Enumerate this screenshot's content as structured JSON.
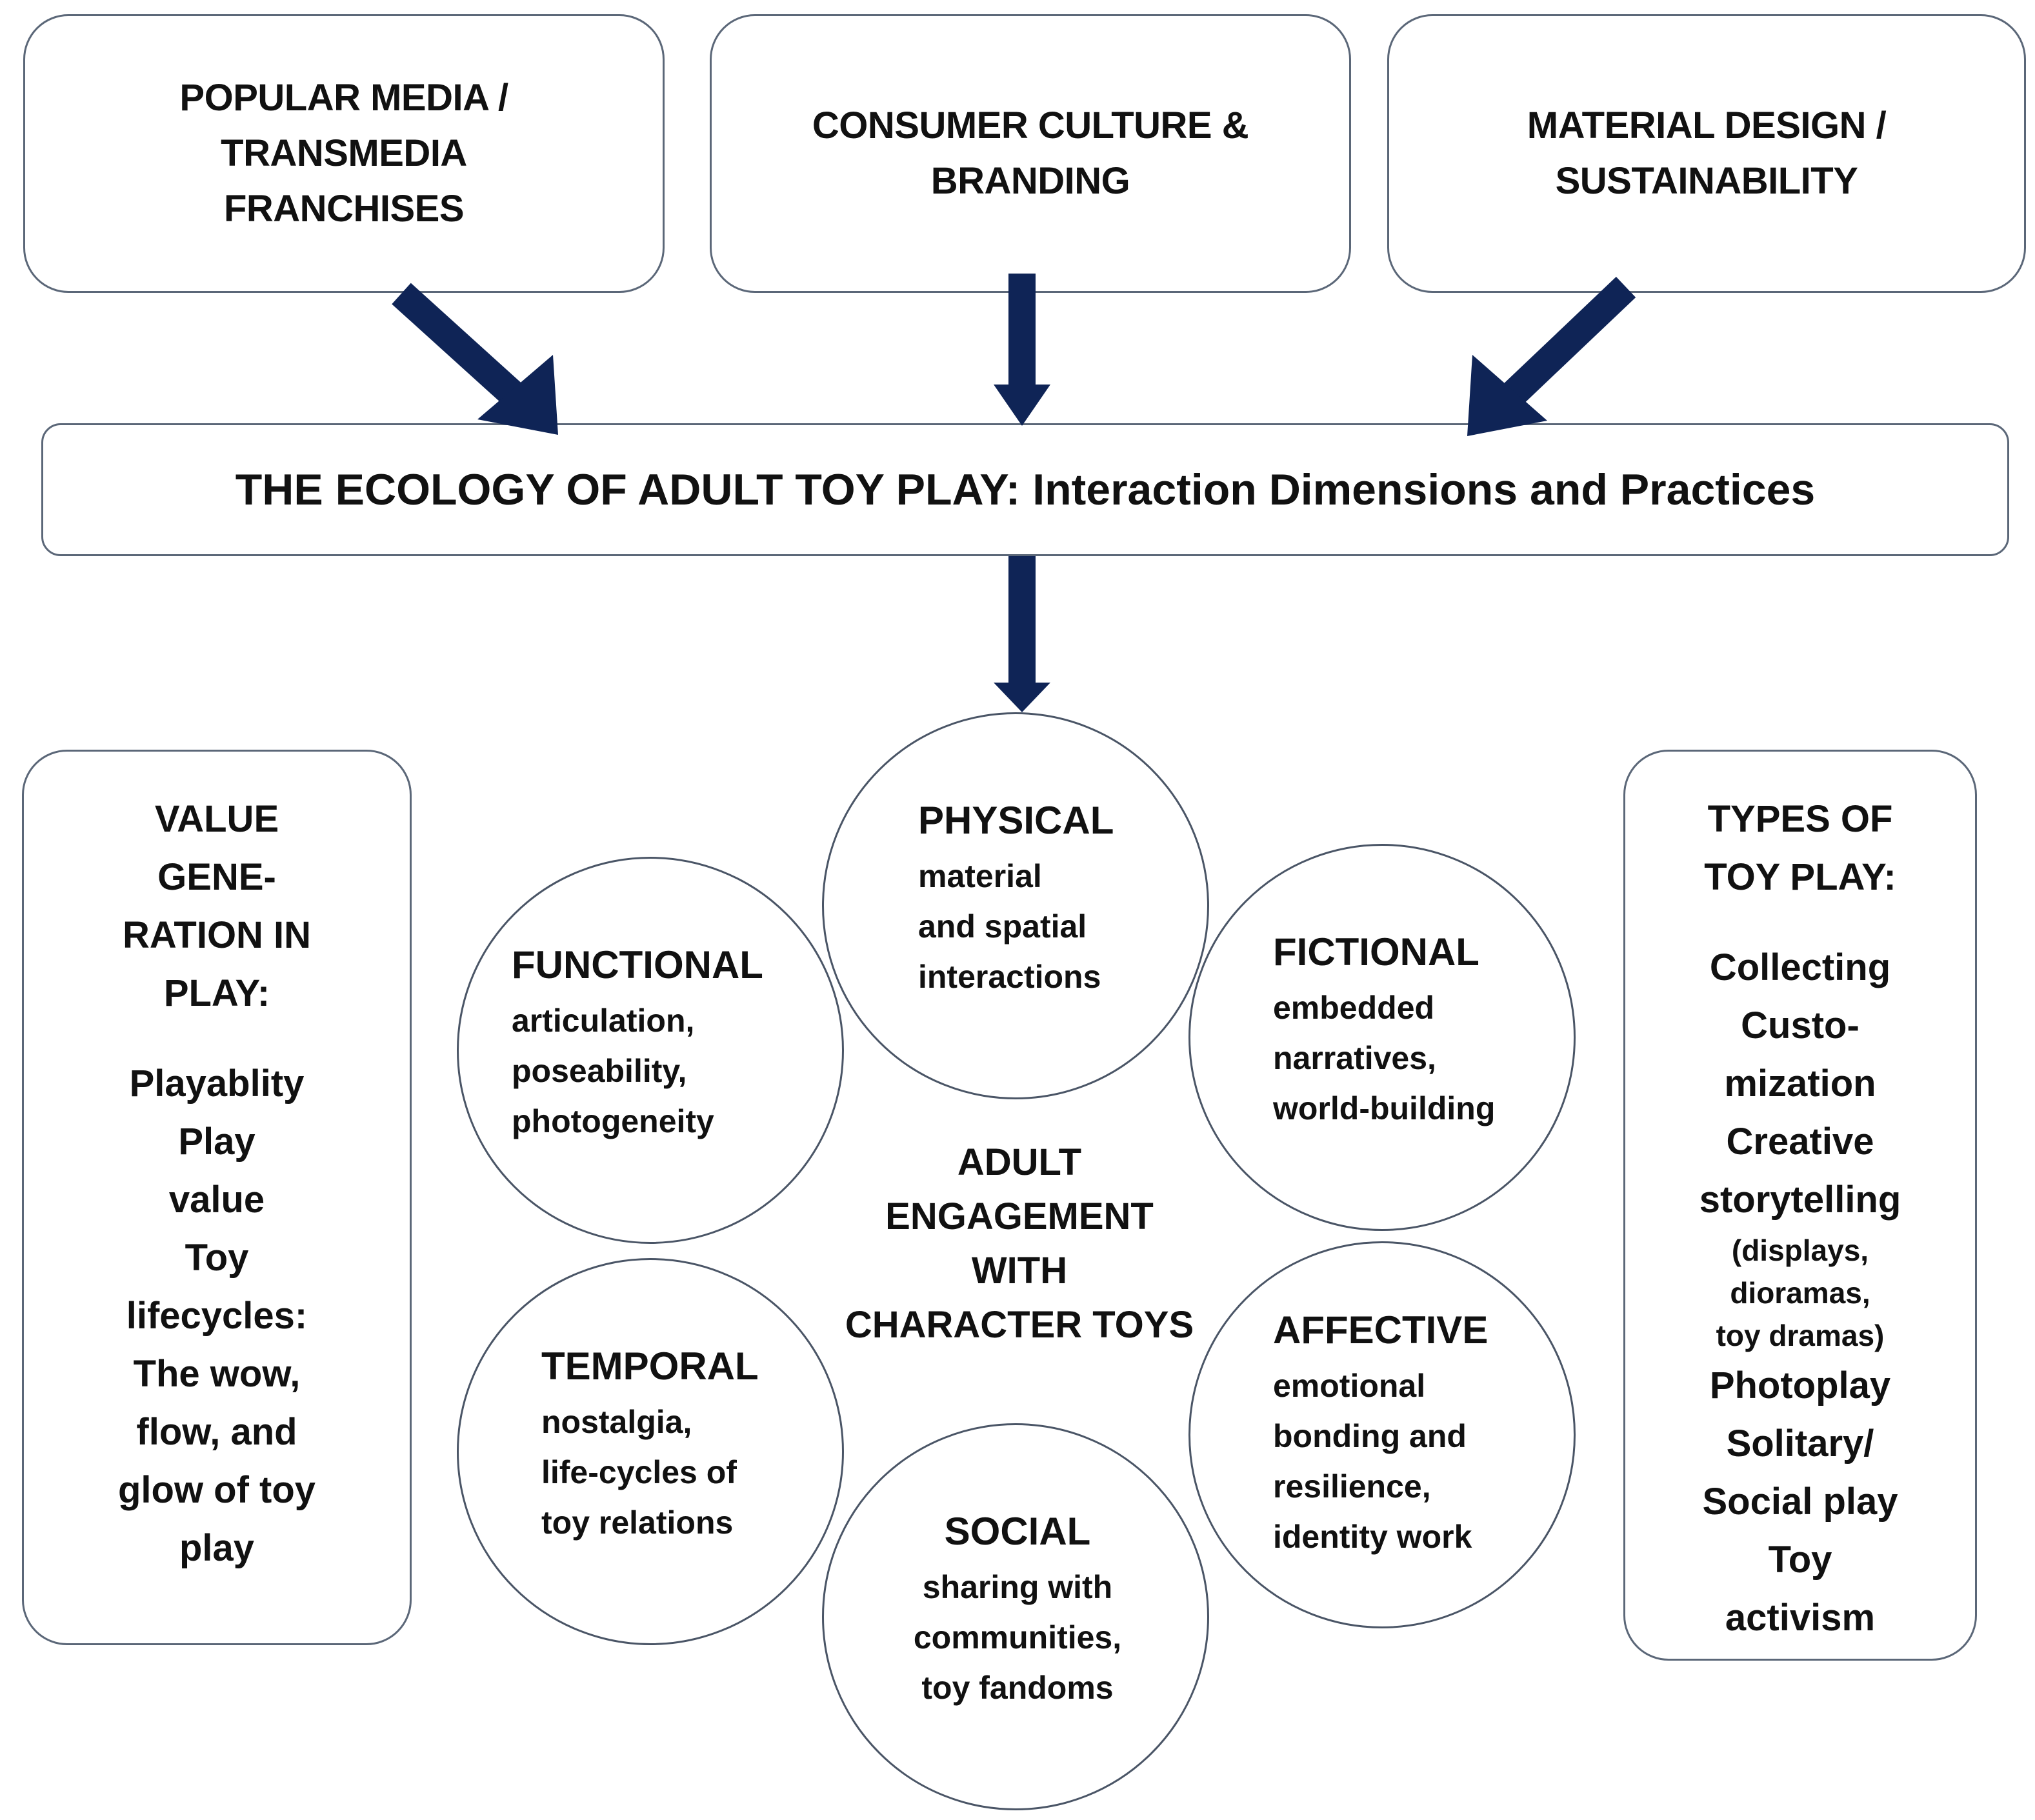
{
  "top_boxes": {
    "popular_media": [
      "POPULAR MEDIA /",
      "TRANSMEDIA",
      "FRANCHISES"
    ],
    "consumer_culture": [
      "CONSUMER CULTURE &",
      "BRANDING"
    ],
    "material_design": [
      "MATERIAL DESIGN /",
      "SUSTAINABILITY"
    ]
  },
  "ecology_title": "THE ECOLOGY OF ADULT TOY PLAY: Interaction Dimensions and Practices",
  "value_generation": {
    "heading": [
      "VALUE",
      "GENE-",
      "RATION IN",
      "PLAY:"
    ],
    "items": [
      "Playablity",
      "Play",
      "value",
      "Toy",
      "lifecycles:",
      "The wow,",
      "flow, and",
      "glow of toy",
      "play"
    ]
  },
  "types_of_play": {
    "heading": [
      "TYPES OF",
      "TOY PLAY:"
    ],
    "items": [
      "Collecting",
      "Custo-",
      "mization",
      "Creative",
      "storytelling"
    ],
    "small_items": [
      "(displays,",
      "dioramas,",
      "toy dramas)"
    ],
    "items_after": [
      "Photoplay",
      "Solitary/",
      "Social play",
      "Toy",
      "activism"
    ]
  },
  "center": [
    "ADULT",
    "ENGAGEMENT",
    "WITH",
    "CHARACTER TOYS"
  ],
  "dimensions": {
    "physical": {
      "title": "PHYSICAL",
      "desc": [
        "material",
        "and spatial",
        "interactions"
      ]
    },
    "functional": {
      "title": "FUNCTIONAL",
      "desc": [
        "articulation,",
        "poseability,",
        "photogeneity"
      ]
    },
    "fictional": {
      "title": "FICTIONAL",
      "desc": [
        "embedded",
        "narratives,",
        "world-building"
      ]
    },
    "temporal": {
      "title": "TEMPORAL",
      "desc": [
        "nostalgia,",
        "life-cycles of",
        "toy relations"
      ]
    },
    "affective": {
      "title": "AFFECTIVE",
      "desc": [
        "emotional",
        "bonding and",
        "resilience,",
        "identity work"
      ]
    },
    "social": {
      "title": "SOCIAL",
      "desc": [
        "sharing with",
        "communities,",
        "toy fandoms"
      ]
    }
  },
  "colors": {
    "arrow": "#0f2456",
    "border": "#5b6778"
  }
}
